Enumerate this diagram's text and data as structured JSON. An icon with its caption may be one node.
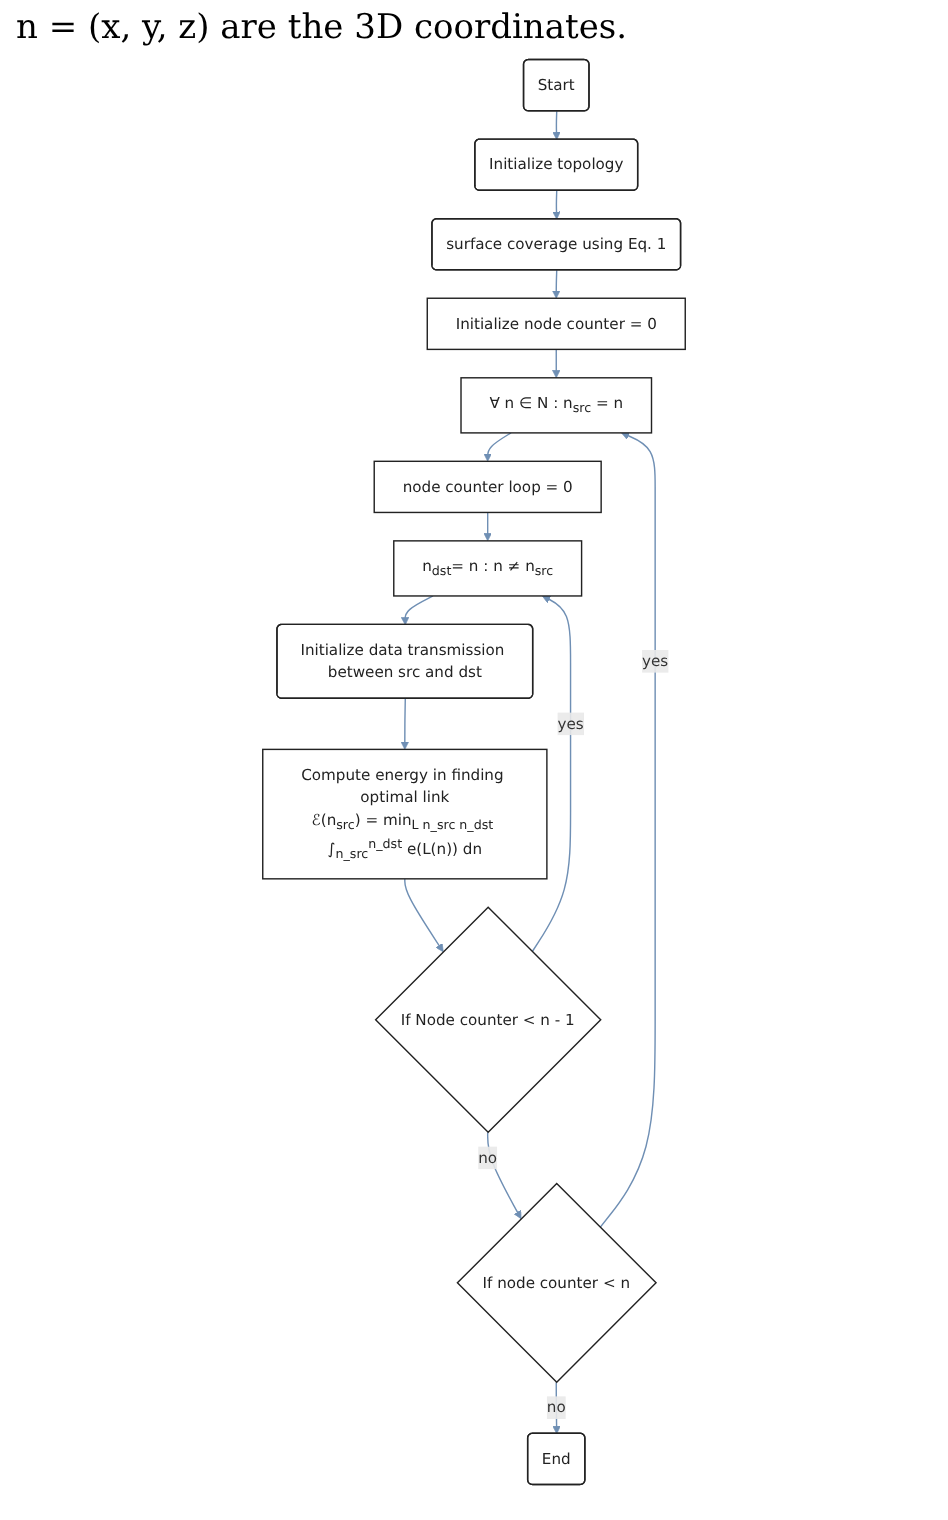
{
  "diagram": {
    "nodes": [
      {
        "text": [
          "Start"
        ]
      },
      {
        "text": [
          "Initialize topology"
        ]
      },
      {
        "text": [
          "surface coverage using Eq. 1"
        ]
      },
      {
        "text": [
          "Initialize node counter = 0"
        ]
      },
      {
        "text": [
          "∀ n ∈ N : n$_{src}$ = n"
        ]
      },
      {
        "text": [
          "node counter loop = 0"
        ]
      },
      {
        "text": [
          "n$_{dst}$= n : n ≠ n$_{src}$"
        ]
      },
      {
        "text": [
          "Initialize data transmission between src and dst"
        ]
      },
      {
        "text": [
          "Compute energy in finding optimal link",
          "ℰ(n$_{src}$) = min$_{L n_src n_dst}$ ∫$_{n_src}$$^{n_dst}$ e(L(n)) dn"
        ]
      },
      {
        "text": [
          "If Node counter < n - 1"
        ]
      },
      {
        "text": [
          "If node counter < n"
        ]
      },
      {
        "text": [
          "End"
        ]
      }
    ],
    "edges": [
      {
        "from": 0,
        "to": 1,
        "arrow": "to"
      },
      {
        "from": 1,
        "to": 2,
        "arrow": "to"
      },
      {
        "from": 2,
        "to": 3,
        "arrow": "to"
      },
      {
        "from": 3,
        "to": 4,
        "arrow": "to"
      },
      {
        "from": 4,
        "to": 5,
        "arrow": "to"
      },
      {
        "from": 5,
        "to": 6,
        "arrow": "to"
      },
      {
        "from": 6,
        "to": 7,
        "arrow": "to"
      },
      {
        "from": 7,
        "to": 8,
        "arrow": "to"
      },
      {
        "from": 8,
        "to": 9,
        "arrow": "to"
      },
      {
        "from": 9,
        "to": 6,
        "arrow": "to",
        "label": "yes"
      },
      {
        "from": 9,
        "to": 10,
        "arrow": "to",
        "label": "no"
      },
      {
        "from": 10,
        "to": 4,
        "arrow": "to",
        "label": "yes"
      },
      {
        "from": 10,
        "to": 11,
        "arrow": "to",
        "label": "no"
      }
    ],
    "labels": [
      "n = (x, y, z) are the 3D coordinates."
    ]
  }
}
